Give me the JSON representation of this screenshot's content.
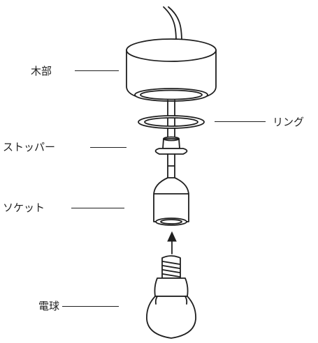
{
  "diagram": {
    "labels": {
      "wood": "木部",
      "ring": "リング",
      "stopper": "ストッパー",
      "socket": "ソケット",
      "bulb": "電球"
    }
  },
  "icons": {
    "cord": "cord-icon",
    "wood": "wood-canopy-icon",
    "ring": "ring-icon",
    "stopper": "stopper-icon",
    "socket": "socket-icon",
    "arrow": "arrow-up-icon",
    "bulb": "light-bulb-icon"
  },
  "colors": {
    "line": "#1f1f1f",
    "background": "#ffffff"
  }
}
